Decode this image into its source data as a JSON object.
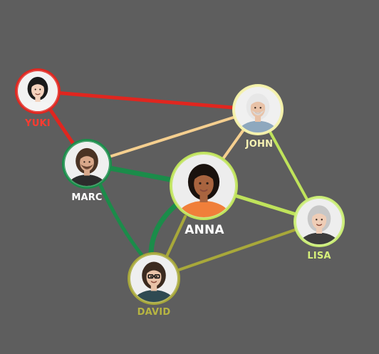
{
  "colors": {
    "background": "#5e5e5e",
    "strong_green": "#1b8c4a",
    "red": "#e0261f",
    "light_orange": "#f5cf8f",
    "light_green": "#bfe35b",
    "olive": "#a8a83a"
  },
  "people": [
    {
      "id": "yuki",
      "name": "YUKI",
      "ring_color": "#e0261f",
      "label_color": "#ff3b30",
      "avatar": {
        "skin": "#f3d2bd",
        "hair": "#1a1a1a",
        "top": "#f4f4f4",
        "bg": "#f2f2f2"
      }
    },
    {
      "id": "john",
      "name": "JOHN",
      "ring_color": "#f3f0a6",
      "label_color": "#f6f2b3",
      "avatar": {
        "skin": "#e8c2a7",
        "hair": "#e7e7e7",
        "top": "#8ea8be",
        "bg": "#f0f0f0"
      }
    },
    {
      "id": "marc",
      "name": "MARC",
      "ring_color": "#1b8c4a",
      "label_color": "#ffffff",
      "avatar": {
        "skin": "#d9a88a",
        "hair": "#4a3324",
        "top": "#2c2c2c",
        "bg": "#efefef"
      }
    },
    {
      "id": "anna",
      "name": "ANNA",
      "ring_color": "#bfe35b",
      "label_color": "#ffffff",
      "avatar": {
        "skin": "#a8643f",
        "hair": "#1a120e",
        "top": "#f07f3a",
        "bg": "#ededed"
      }
    },
    {
      "id": "lisa",
      "name": "LISA",
      "ring_color": "#c9ec73",
      "label_color": "#d6f07a",
      "avatar": {
        "skin": "#efcdb6",
        "hair": "#c7c7c7",
        "top": "#3d3d3d",
        "bg": "#eeeeee"
      }
    },
    {
      "id": "david",
      "name": "DAVID",
      "ring_color": "#a8a83a",
      "label_color": "#b7b542",
      "avatar": {
        "skin": "#e9c3a8",
        "hair": "#3b2a1f",
        "top": "#2f4a52",
        "bg": "#efefef"
      }
    }
  ],
  "connections": [
    {
      "from": "yuki",
      "to": "marc",
      "color": "#e0261f",
      "strength": "strong"
    },
    {
      "from": "yuki",
      "to": "john",
      "color": "#e0261f",
      "strength": "strong"
    },
    {
      "from": "marc",
      "to": "john",
      "color": "#f5cf8f",
      "strength": "medium"
    },
    {
      "from": "marc",
      "to": "anna",
      "color": "#1b8c4a",
      "strength": "very-strong"
    },
    {
      "from": "marc",
      "to": "david",
      "color": "#1b8c4a",
      "strength": "strong"
    },
    {
      "from": "anna",
      "to": "david",
      "color": "#1b8c4a",
      "strength": "very-strong"
    },
    {
      "from": "anna",
      "to": "john",
      "color": "#f5cf8f",
      "strength": "medium"
    },
    {
      "from": "anna",
      "to": "lisa",
      "color": "#bfe35b",
      "strength": "strong"
    },
    {
      "from": "john",
      "to": "lisa",
      "color": "#bfe35b",
      "strength": "medium"
    },
    {
      "from": "david",
      "to": "lisa",
      "color": "#a8a83a",
      "strength": "medium"
    },
    {
      "from": "david",
      "to": "anna",
      "color": "#a8a83a",
      "strength": "medium"
    }
  ]
}
